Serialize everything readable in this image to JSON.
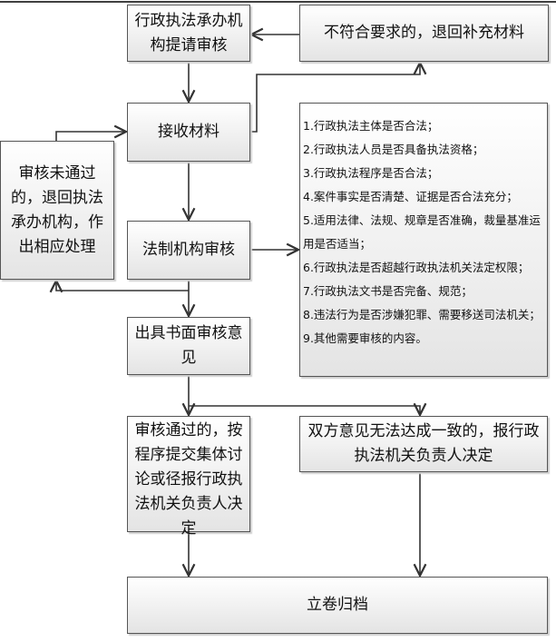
{
  "nodes": {
    "submit": "行政执法承办机构提请审核",
    "return_supplement": "不符合要求的，退回补充材料",
    "receive": "接收材料",
    "rejected": "审核未通过的，退回执法承办机构，作出相应处理",
    "legal_review": "法制机构审核",
    "written_opinion": "出具书面审核意见",
    "approved": "审核通过的，按程序提交集体讨论或径报行政执法机关负责人决定",
    "disagreement": "双方意见无法达成一致的，报行政执法机关负责人决定",
    "archive": "立卷归档"
  },
  "review_items": [
    "1.行政执法主体是否合法；",
    "2.行政执法人员是否具备执法资格；",
    "3.行政执法程序是否合法；",
    "4.案件事实是否清楚、证据是否合法充分；",
    "5.适用法律、法规、规章是否准确，裁量基准运用是否适当；",
    "6.行政执法是否超越行政执法机关法定权限；",
    "7.行政执法文书是否完备、规范；",
    "8.违法行为是否涉嫌犯罪、需要移送司法机关；",
    "9.其他需要审核的内容。"
  ]
}
